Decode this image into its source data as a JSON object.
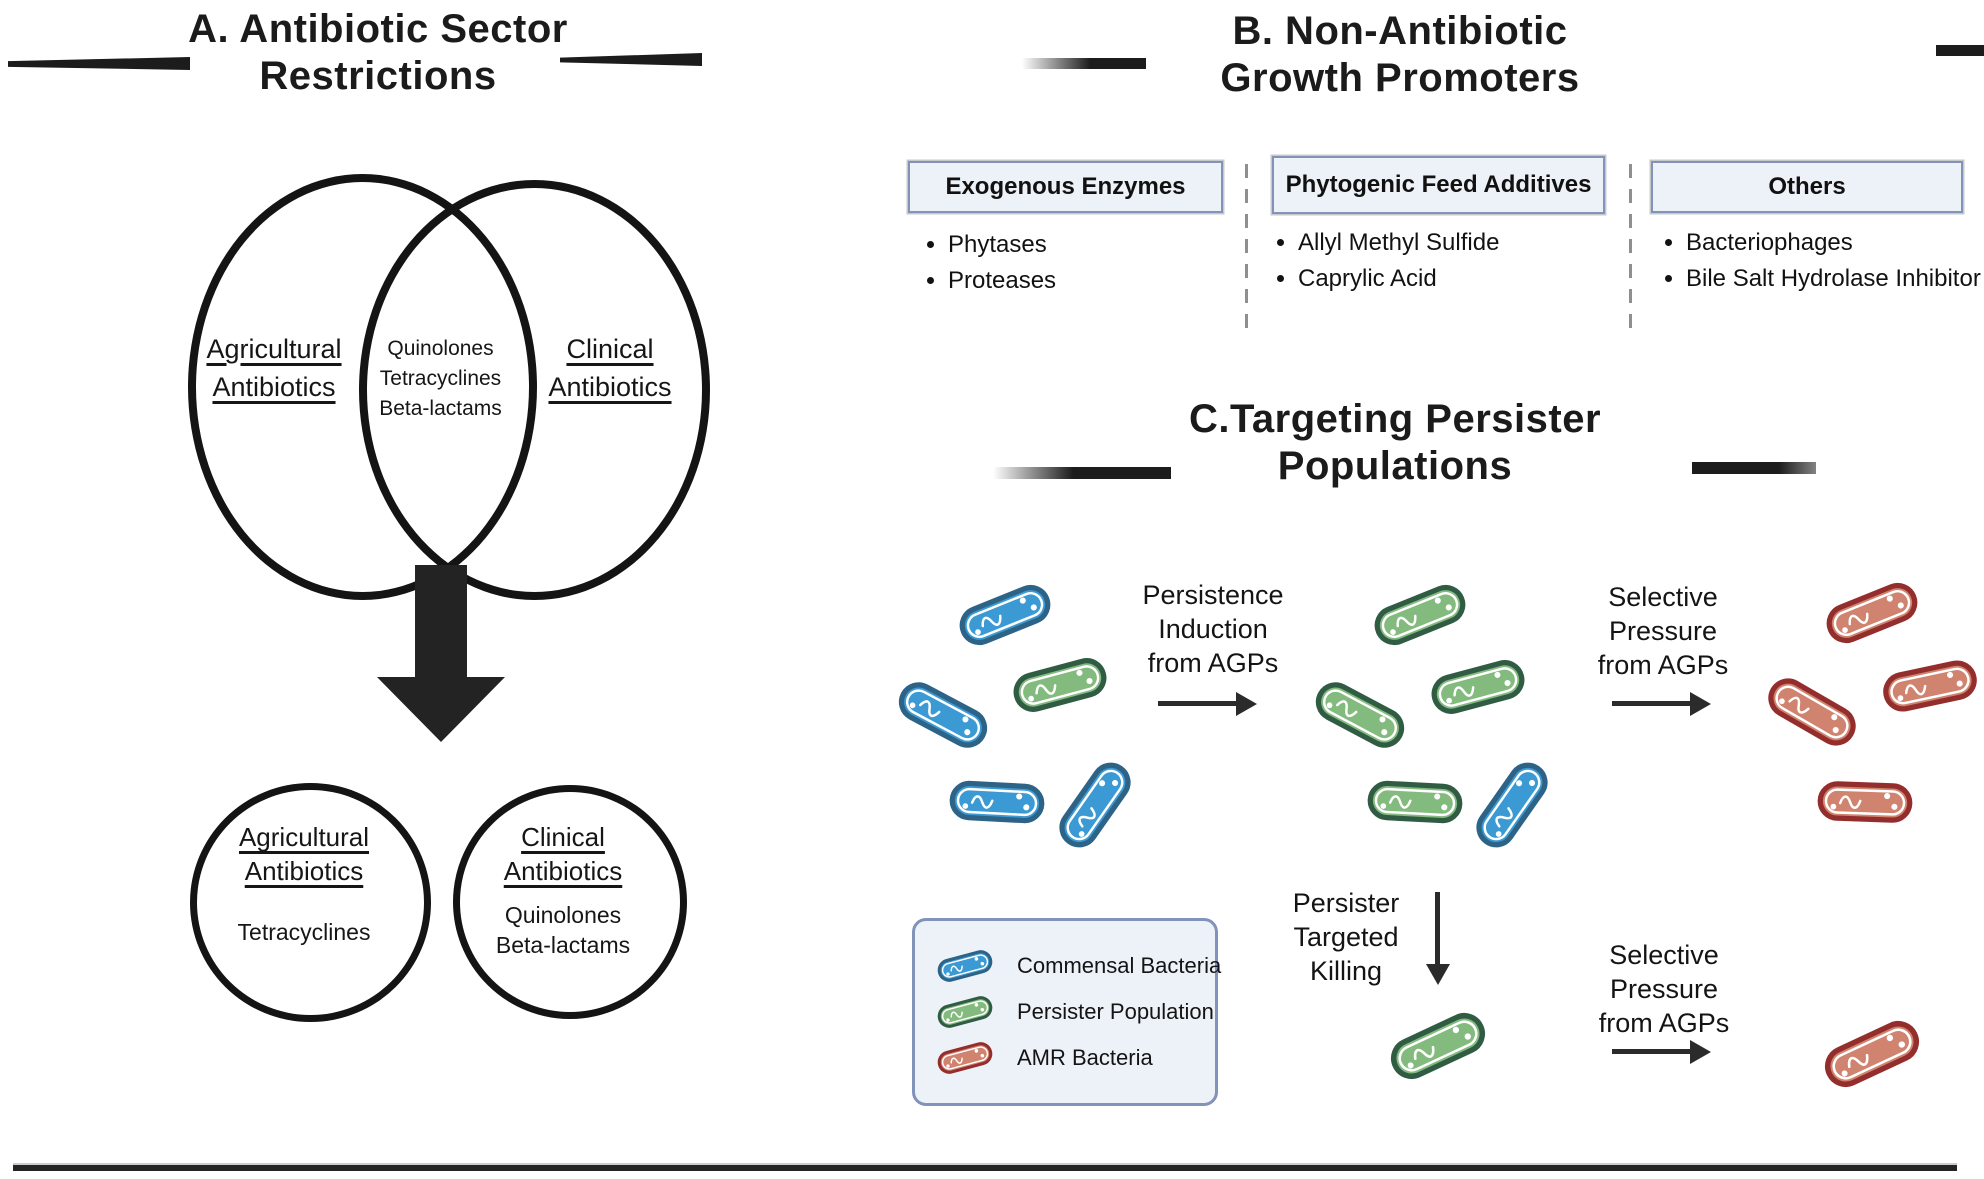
{
  "colors": {
    "ink": "#1e1e1e",
    "commensal_fill": "#3b9ad3",
    "commensal_border": "#2d6387",
    "persister_fill": "#83ba7e",
    "persister_border": "#315c44",
    "amr_fill": "#d0836f",
    "amr_border": "#932e2c",
    "panel_fill": "#edf1f8",
    "panel_border": "#8193b8"
  },
  "panel_a": {
    "title": [
      "A. Antibiotic Sector",
      "Restrictions"
    ],
    "venn": {
      "left": [
        "Agricultural",
        "Antibiotics"
      ],
      "overlap": [
        "Quinolones",
        "Tetracyclines",
        "Beta-lactams"
      ],
      "right": [
        "Clinical",
        "Antibiotics"
      ]
    },
    "result_left": {
      "label": [
        "Agricultural",
        "Antibiotics"
      ],
      "content": [
        "Tetracyclines"
      ]
    },
    "result_right": {
      "label": [
        "Clinical",
        "Antibiotics"
      ],
      "content": [
        "Quinolones",
        "Beta-lactams"
      ]
    }
  },
  "panel_b": {
    "title": [
      "B. Non-Antibiotic",
      "Growth Promoters"
    ],
    "columns": [
      {
        "header": "Exogenous Enzymes",
        "items": [
          "Phytases",
          "Proteases"
        ]
      },
      {
        "header": "Phytogenic Feed Additives",
        "items": [
          "Allyl Methyl Sulfide",
          "Caprylic Acid"
        ]
      },
      {
        "header": "Others",
        "items": [
          "Bacteriophages",
          "Bile Salt Hydrolase Inhibitor"
        ]
      }
    ]
  },
  "panel_c": {
    "title": [
      "C.Targeting Persister",
      "Populations"
    ],
    "steps": [
      {
        "lines": [
          "Persistence",
          "Induction",
          "from AGPs"
        ]
      },
      {
        "lines": [
          "Selective",
          "Pressure",
          "from AGPs"
        ]
      },
      {
        "lines": [
          "Persister",
          "Targeted",
          "Killing"
        ]
      },
      {
        "lines": [
          "Selective",
          "Pressure",
          "from AGPs"
        ]
      }
    ],
    "legend": {
      "items": [
        {
          "kind": "commensal",
          "label": "Commensal Bacteria"
        },
        {
          "kind": "persister",
          "label": "Persister Population"
        },
        {
          "kind": "amr",
          "label": "AMR Bacteria"
        }
      ]
    }
  }
}
